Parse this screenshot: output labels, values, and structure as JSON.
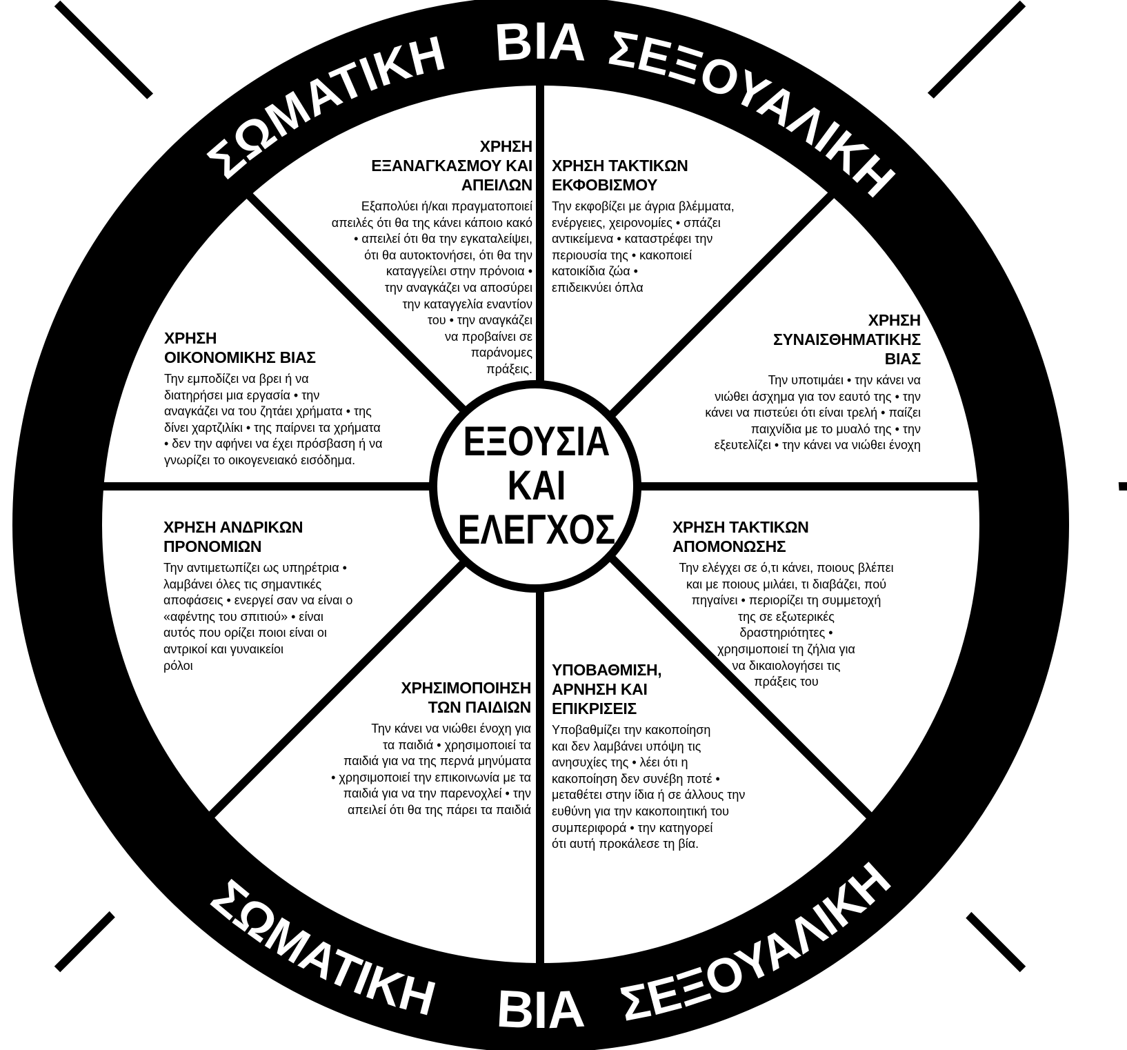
{
  "colors": {
    "ring": "#000000",
    "background": "#ffffff",
    "ring_text": "#ffffff"
  },
  "ring": {
    "top_center": "ΒΙΑ",
    "top_left": "ΣΩΜΑΤΙΚΗ",
    "top_right": "ΣΕΞΟΥΑΛΙΚΗ",
    "bottom_center": "ΒΙΑ",
    "bottom_left": "ΣΩΜΑΤΙΚΗ",
    "bottom_right": "ΣΕΞΟΥΑΛΙΚΗ"
  },
  "hub": {
    "lines": [
      "ΕΞΟΥΣΙΑ",
      "ΚΑΙ",
      "ΕΛΕΓΧΟΣ"
    ]
  },
  "sections": [
    {
      "id": "coercion-threats",
      "heading": [
        "ΧΡΗΣΗ",
        "ΕΞΑΝΑΓΚΑΣΜΟΥ ΚΑΙ",
        "ΑΠΕΙΛΩΝ"
      ],
      "body": [
        "Εξαπολύει ή/και πραγματοποιεί",
        "απειλές ότι θα της κάνει κάποιο κακό",
        "• απειλεί ότι θα την εγκαταλείψει,",
        "ότι θα αυτοκτονήσει, ότι θα την",
        "καταγγείλει στην πρόνοια •",
        "την αναγκάζει να αποσύρει",
        "την καταγγελία εναντίον",
        "του • την αναγκάζει",
        "να προβαίνει σε",
        "παράνομες",
        "πράξεις."
      ]
    },
    {
      "id": "intimidation",
      "heading": [
        "ΧΡΗΣΗ ΤΑΚΤΙΚΩΝ",
        "ΕΚΦΟΒΙΣΜΟΥ"
      ],
      "body": [
        "Την εκφοβίζει με άγρια βλέμματα,",
        "ενέργειες, χειρονομίες • σπάζει",
        "αντικείμενα • καταστρέφει την",
        "περιουσία της • κακοποιεί",
        "κατοικίδια ζώα •",
        "επιδεικνύει όπλα"
      ]
    },
    {
      "id": "emotional-abuse",
      "heading": [
        "ΧΡΗΣΗ",
        "ΣΥΝΑΙΣΘΗΜΑΤΙΚΗΣ",
        "ΒΙΑΣ"
      ],
      "body": [
        "Την υποτιμάει • την κάνει να",
        "νιώθει άσχημα για τον εαυτό της • την",
        "κάνει να πιστεύει ότι είναι τρελή • παίζει",
        "παιχνίδια με το μυαλό της • την",
        "εξευτελίζει • την κάνει να νιώθει ένοχη"
      ]
    },
    {
      "id": "economic-abuse",
      "heading": [
        "ΧΡΗΣΗ",
        "ΟΙΚΟΝΟΜΙΚΗΣ ΒΙΑΣ"
      ],
      "body": [
        "Την εμποδίζει να βρει ή να",
        "διατηρήσει μια εργασία • την",
        "αναγκάζει να του ζητάει χρήματα • της",
        "δίνει χαρτζιλίκι • της παίρνει τα χρήματα",
        "• δεν την αφήνει να έχει πρόσβαση ή να",
        "γνωρίζει το οικογενειακό εισόδημα."
      ]
    },
    {
      "id": "male-privilege",
      "heading": [
        "ΧΡΗΣΗ ΑΝΔΡΙΚΩΝ",
        "ΠΡΟΝΟΜΙΩΝ"
      ],
      "body": [
        "Την αντιμετωπίζει ως υπηρέτρια •",
        "λαμβάνει όλες τις σημαντικές",
        "αποφάσεις • ενεργεί σαν να είναι ο",
        "«αφέντης του σπιτιού» • είναι",
        "αυτός που ορίζει ποιοι είναι οι",
        "αντρικοί και γυναικείοι",
        "ρόλοι"
      ]
    },
    {
      "id": "isolation",
      "heading": [
        "ΧΡΗΣΗ ΤΑΚΤΙΚΩΝ",
        "ΑΠΟΜΟΝΩΣΗΣ"
      ],
      "body": [
        "Την ελέγχει σε ό,τι κάνει, ποιους βλέπει",
        "και με ποιους μιλάει, τι διαβάζει, πού",
        "πηγαίνει • περιορίζει τη συμμετοχή",
        "της σε εξωτερικές",
        "δραστηριότητες •",
        "χρησιμοποιεί τη ζήλια για",
        "να δικαιολογήσει τις",
        "πράξεις του"
      ]
    },
    {
      "id": "minimizing-denying-blaming",
      "heading": [
        "ΥΠΟΒΑΘΜΙΣΗ,",
        "ΑΡΝΗΣΗ ΚΑΙ",
        "ΕΠΙΚΡΙΣΕΙΣ"
      ],
      "body": [
        "Υποβαθμίζει την κακοποίηση",
        "και δεν λαμβάνει υπόψη τις",
        "ανησυχίες της • λέει ότι η",
        "κακοποίηση δεν συνέβη ποτέ •",
        "μεταθέτει στην ίδια ή σε άλλους την",
        "ευθύνη για την κακοποιητική του",
        "συμπεριφορά • την κατηγορεί",
        "ότι αυτή προκάλεσε τη βία."
      ]
    },
    {
      "id": "using-children",
      "heading": [
        "ΧΡΗΣΙΜΟΠΟΙΗΣΗ",
        "ΤΩΝ ΠΑΙΔΙΩΝ"
      ],
      "body": [
        "Την κάνει να νιώθει ένοχη για",
        "τα παιδιά • χρησιμοποιεί τα",
        "παιδιά για να της περνά μηνύματα",
        "• χρησιμοποιεί την επικοινωνία με τα",
        "παιδιά για να την παρενοχλεί • την",
        "απειλεί ότι θα της πάρει τα παιδιά"
      ]
    }
  ]
}
